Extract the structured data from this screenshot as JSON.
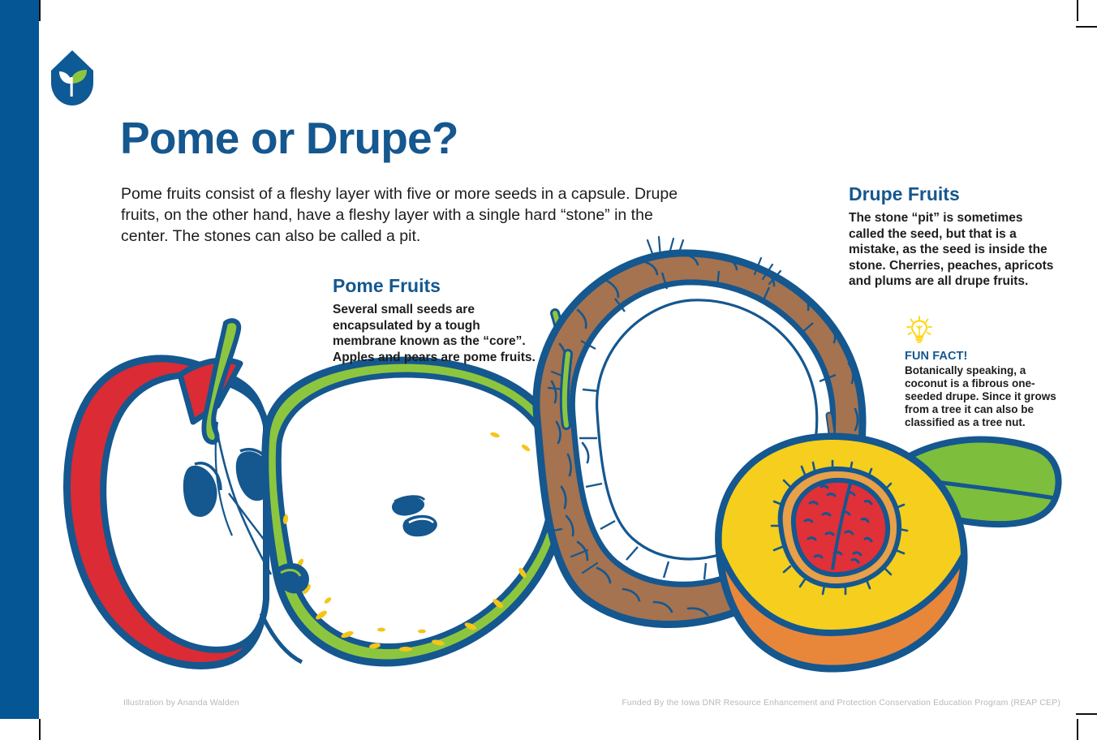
{
  "brand": {
    "logo_icon": "sprout-shield-logo",
    "accent_blue": "#15578F",
    "bar_blue": "#045694",
    "leaf_green": "#8CC63F"
  },
  "header": {
    "title": "Pome or Drupe?",
    "intro": "Pome fruits consist of a fleshy layer with five or more seeds in a capsule. Drupe fruits, on the other hand, have a fleshy layer with a single hard “stone” in the center. The stones can also be called a pit."
  },
  "sections": [
    {
      "id": "pome",
      "heading": "Pome Fruits",
      "body": "Several small seeds are encapsulated by a tough membrane known as the “core”. Apples and pears are pome fruits."
    },
    {
      "id": "drupe",
      "heading": "Drupe Fruits",
      "body": "The stone “pit” is sometimes called the seed, but that is a mistake, as the seed is inside the stone. Cherries, peaches, apricots and plums are all drupe fruits."
    }
  ],
  "fun_fact": {
    "icon": "lightbulb-icon",
    "title": "FUN FACT!",
    "body": "Botanically speaking, a coconut is a fibrous one-seeded drupe. Since it grows from a tree it can also be classified as a tree nut."
  },
  "footer": {
    "credit": "Illustration by Ananda Walden",
    "funding": "Funded By the Iowa DNR Resource Enhancement and Protection Conservation Education Program (REAP CEP)"
  },
  "illustration": {
    "alt": "Cross-sections of an apple, a pear, a coconut and a peach",
    "fruits": [
      "apple-half",
      "pear-half",
      "coconut-half",
      "peach-half"
    ],
    "colors": {
      "outline_blue": "#15578F",
      "apple_red": "#DB2B35",
      "pear_green": "#8CC63F",
      "pear_speckle": "#F5C518",
      "stem_green": "#8CC63F",
      "coconut_brown": "#A5734F",
      "coconut_flesh": "#FFFFFF",
      "peach_flesh": "#F5CE1E",
      "peach_skin": "#E8873A",
      "pit_outer": "#E8A049",
      "pit_inner": "#E03038",
      "leaf_green": "#7DBE3C"
    }
  }
}
